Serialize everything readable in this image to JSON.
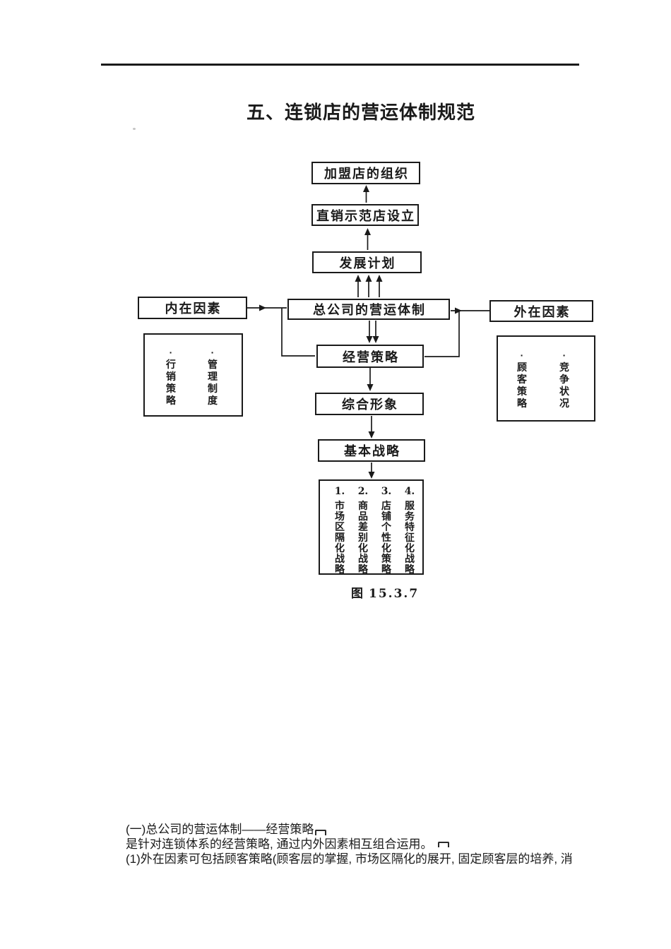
{
  "page": {
    "title": "五、连锁店的营运体制规范"
  },
  "diagram": {
    "boxes": {
      "franchise_org": "加盟店的组织",
      "demo_store": "直销示范店设立",
      "dev_plan": "发展计划",
      "hq_system": "总公司的营运体制",
      "biz_strategy": "经营策略",
      "overall_image": "综合形象",
      "basic_strategy": "基本战略",
      "internal_factors": "内在因素",
      "external_factors": "外在因素"
    },
    "internal_detail": {
      "col1": "·行销策略",
      "col2": "·管理制度"
    },
    "external_detail": {
      "col1": "·顾客策略",
      "col2": "·竞争状况"
    },
    "strategies": {
      "columns": [
        {
          "num": "1.",
          "text": "市场区隔化战略"
        },
        {
          "num": "2.",
          "text": "商品差别化战略"
        },
        {
          "num": "3.",
          "text": "店铺个性化策略"
        },
        {
          "num": "4.",
          "text": "服务特征化战略"
        }
      ]
    },
    "caption": {
      "prefix": "图",
      "number": "15.3.7"
    }
  },
  "body_text": {
    "line1": "(一)总公司的营运体制——经营策略",
    "line2": "是针对连锁体系的经营策略, 通过内外因素相互组合运用。",
    "line3": "(1)外在因素可包括顾客策略(顾客层的掌握, 市场区隔化的展开, 固定顾客层的培养, 消"
  },
  "colors": {
    "ink": "#1a1a1a",
    "paper": "#ffffff"
  }
}
